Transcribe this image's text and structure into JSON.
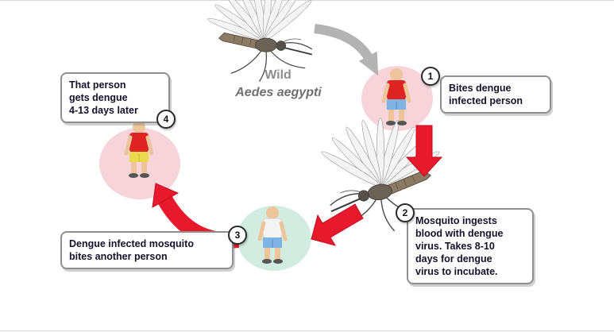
{
  "diagram": {
    "center_label": {
      "line1": "Wild",
      "line2": "Aedes aegypti"
    },
    "steps": [
      {
        "number": "1",
        "text": "Bites dengue\ninfected person"
      },
      {
        "number": "2",
        "text": "Mosquito ingests\nblood with dengue\nvirus. Takes 8-10\ndays for dengue\nvirus to incubate."
      },
      {
        "number": "3",
        "text": "Dengue infected mosquito\nbites another person"
      },
      {
        "number": "4",
        "text": "That person\ngets dengue\n4-13 days later"
      }
    ]
  },
  "colors": {
    "arrow_red": "#e8192c",
    "arrow_gray": "#b3b3b3",
    "circle_pink": "#f6d4da",
    "circle_teal": "#d2ece2",
    "shirt_red": "#df2222",
    "shirt_white": "#f4f4f4",
    "shorts_blue": "#7fb2e5",
    "shorts_yellow": "#e9d94d",
    "skin": "#eec49a"
  },
  "icons": {
    "mosquito": "mosquito-icon",
    "person": "person-icon",
    "arrow": "arrow-icon"
  }
}
